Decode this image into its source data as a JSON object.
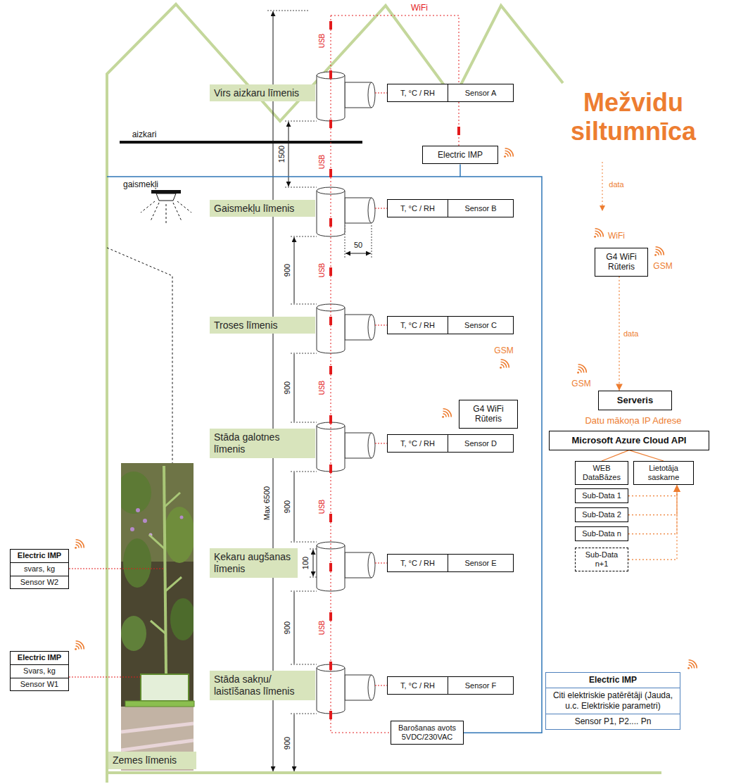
{
  "diagram": {
    "title": "Mežvidu siltumnīca",
    "nodes": [
      {
        "text": [
          "Virs aizkaru līmenis"
        ]
      },
      {
        "text": [
          "T, °C / RH",
          "Sensor A"
        ]
      },
      {
        "text": [
          "Electric IMP"
        ]
      },
      {
        "text": [
          "Gaismekļu līmenis"
        ]
      },
      {
        "text": [
          "T, °C / RH",
          "Sensor B"
        ]
      },
      {
        "text": [
          "Troses līmenis"
        ]
      },
      {
        "text": [
          "T, °C / RH",
          "Sensor C"
        ]
      },
      {
        "text": [
          "Stāda galotnes līmenis"
        ]
      },
      {
        "text": [
          "T, °C / RH",
          "Sensor D"
        ]
      },
      {
        "text": [
          "G4 WiFi Rūteris"
        ]
      },
      {
        "text": [
          "Ķekaru augšanas līmenis"
        ]
      },
      {
        "text": [
          "T, °C / RH",
          "Sensor E"
        ]
      },
      {
        "text": [
          "Electric IMP",
          "svars, kg",
          "Sensor W2"
        ]
      },
      {
        "text": [
          "Electric IMP",
          "Svars, kg",
          "Sensor W1"
        ]
      },
      {
        "text": [
          "Stāda sakņu/ laistīšanas līmenis"
        ]
      },
      {
        "text": [
          "T, °C / RH",
          "Sensor F"
        ]
      },
      {
        "text": [
          "Barošanas avots 5VDC/230VAC"
        ]
      },
      {
        "text": [
          "Electric IMP",
          "Citi elektriskie patērētāji (Jauda, u.c. Elektriskie parametri)",
          "Sensor P1, P2.... Pn"
        ]
      },
      {
        "text": [
          "Zemes līmenis"
        ]
      },
      {
        "text": [
          "G4 WiFi Rūteris"
        ]
      },
      {
        "text": [
          "Serveris"
        ]
      },
      {
        "text": [
          "Microsoft Azure Cloud API"
        ]
      },
      {
        "text": [
          "WEB DataBāzes"
        ]
      },
      {
        "text": [
          "Lietotāja saskarne"
        ]
      },
      {
        "text": [
          "Sub-Data 1"
        ]
      },
      {
        "text": [
          "Sub-Data 2"
        ]
      },
      {
        "text": [
          "Sub-Data n"
        ]
      },
      {
        "text": [
          "Sub-Data n+1"
        ]
      }
    ],
    "edges": [
      {
        "from": 2,
        "to": 16,
        "arrow": "none"
      },
      {
        "from": 19,
        "to": 20,
        "label": "data",
        "arrow": "to"
      },
      {
        "from": 21,
        "to": 22,
        "arrow": "none"
      },
      {
        "from": 21,
        "to": 23,
        "arrow": "none"
      },
      {
        "from": 24,
        "to": 23,
        "arrow": "to"
      },
      {
        "from": 25,
        "to": 23,
        "arrow": "to"
      },
      {
        "from": 26,
        "to": 23,
        "arrow": "to"
      },
      {
        "from": 27,
        "to": 23,
        "arrow": "to"
      }
    ],
    "labels": [
      "WiFi",
      "USB",
      "aizkari",
      "1500",
      "USB",
      "gaismekļi",
      "50",
      "900",
      "USB",
      "GSM",
      "900",
      "USB",
      "Max 6500",
      "900",
      "100",
      "USB",
      "900",
      "USB",
      "900",
      "data",
      "WiFi",
      "GSM",
      "GSM",
      "Datu mākoņa IP Adrese"
    ]
  }
}
